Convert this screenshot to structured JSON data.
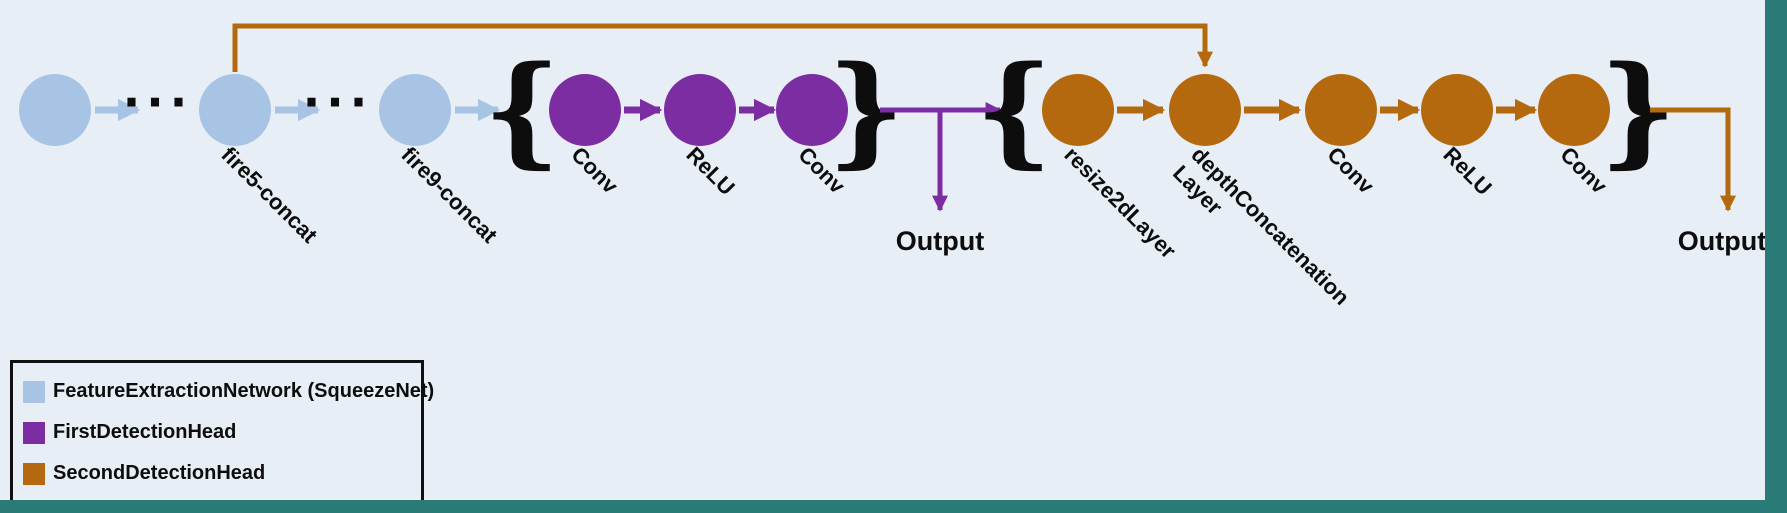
{
  "colors": {
    "background": "#e8eef6",
    "frame_teal": "#2a7a78",
    "feature_blue": "#a8c4e4",
    "first_head_purple": "#7b2da1",
    "second_head_orange": "#b5690e",
    "text": "#0d0d0d"
  },
  "diagram": {
    "ellipsis": "···",
    "brace_open": "{",
    "brace_close": "}",
    "feature_node_labels": [
      "fire5-concat",
      "fire9-concat"
    ],
    "first_head_node_labels": [
      "Conv",
      "ReLU",
      "Conv"
    ],
    "second_head_node_labels": [
      "resize2dLayer",
      "depthConcatenation",
      "Conv",
      "ReLU",
      "Conv"
    ],
    "depth_concat_label_line2": "Layer",
    "first_output_label": "Output",
    "second_output_label": "Output"
  },
  "legend": {
    "items": [
      {
        "label": "FeatureExtractionNetwork (SqueezeNet)",
        "color": "#a8c4e4"
      },
      {
        "label": "FirstDetectionHead",
        "color": "#7b2da1"
      },
      {
        "label": "SecondDetectionHead",
        "color": "#b5690e"
      }
    ]
  }
}
